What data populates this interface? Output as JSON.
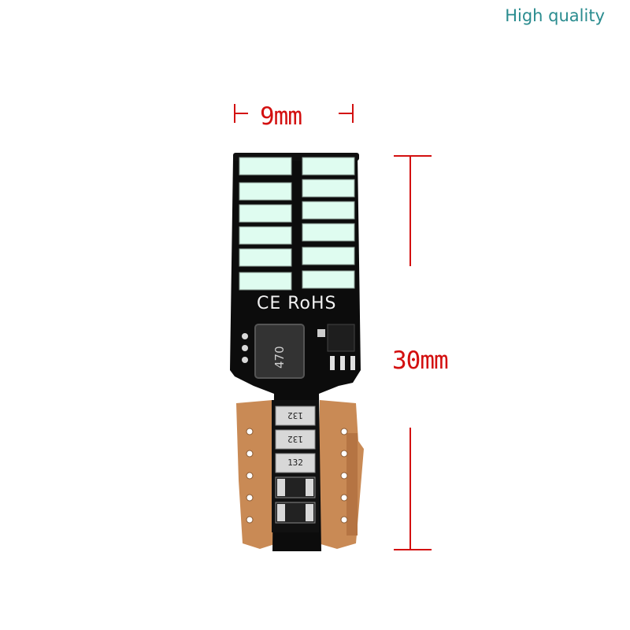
{
  "quality_label": "High quality",
  "dimensions": {
    "width_label": "9mm",
    "height_label": "30mm"
  },
  "board": {
    "certification": "CE RoHS",
    "inductor_code": "470",
    "resistor_codes": [
      "132",
      "132",
      "132"
    ]
  },
  "colors": {
    "dimension_red": "#d31010",
    "quality_teal": "#2a8c8f",
    "pcb_black": "#0c0c0c",
    "copper_base": "#c98a55",
    "led_white": "#dffcf0"
  }
}
